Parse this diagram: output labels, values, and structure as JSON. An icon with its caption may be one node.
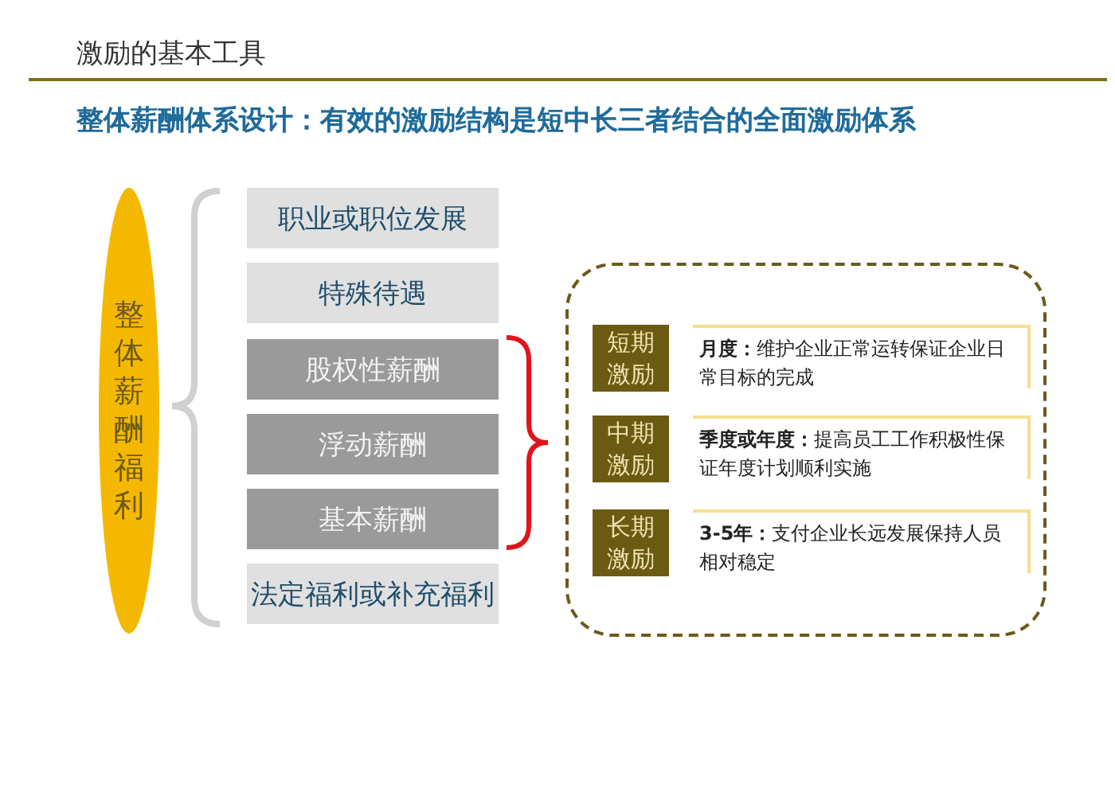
{
  "diagram": {
    "title": "激励的基本工具",
    "nodes": [
      {
        "text": [
          "整体薪酬福利"
        ]
      },
      {
        "text": [
          "职业或职位发展"
        ]
      },
      {
        "text": [
          "特殊待遇"
        ]
      },
      {
        "text": [
          "股权性薪酬"
        ]
      },
      {
        "text": [
          "浮动薪酬"
        ]
      },
      {
        "text": [
          "基本薪酬"
        ]
      },
      {
        "text": [
          "法定福利或补充福利"
        ]
      },
      {
        "text": [],
        "shape": "box"
      },
      {
        "text": [
          "短期激励"
        ],
        "in": 7
      },
      {
        "text": [
          "**月度：**维护企业正常运转保证企业日常目标的完成"
        ],
        "in": 7
      },
      {
        "text": [
          "中期激励"
        ],
        "in": 7
      },
      {
        "text": [
          "**季度或年度：**提高员工工作积极性保证年度计划顺利实施"
        ],
        "in": 7
      },
      {
        "text": [
          "长期激励"
        ],
        "in": 7
      },
      {
        "text": [
          "**3-5年：**支付企业长远发展保持人员相对稳定"
        ],
        "in": 7
      }
    ],
    "edges": [],
    "labels": [
      "整体薪酬体系设计：有效的激励结构是短中长三者结合的全面激励体系"
    ]
  }
}
